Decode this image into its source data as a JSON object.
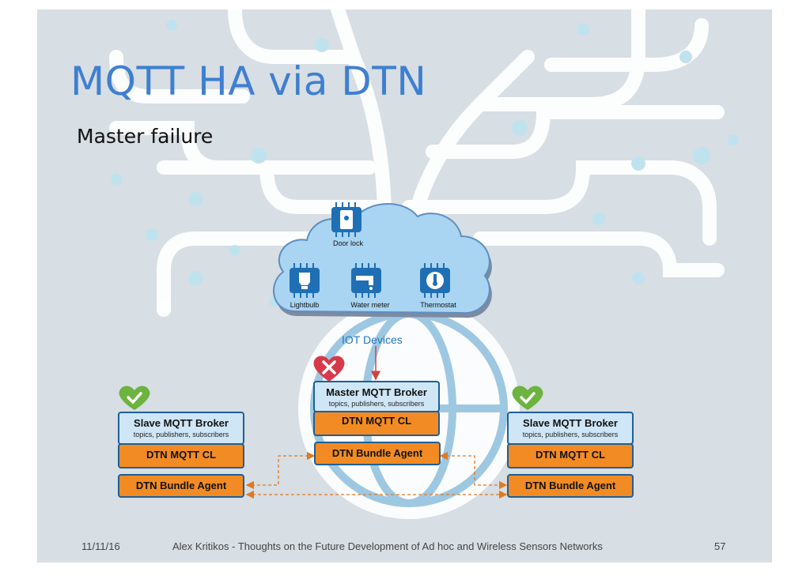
{
  "slide": {
    "title": "MQTT HA via DTN",
    "subtitle": "Master failure"
  },
  "cloud": {
    "label": "IOT Devices",
    "devices": [
      "Door lock",
      "Lightbulb",
      "Water meter",
      "Thermostat"
    ]
  },
  "master": {
    "broker_title": "Master MQTT Broker",
    "broker_sub": "topics, publishers, subscribers",
    "cl": "DTN MQTT CL",
    "agent": "DTN Bundle Agent",
    "status_icon": "heart-x-icon"
  },
  "slave_left": {
    "broker_title": "Slave MQTT Broker",
    "broker_sub": "topics, publishers, subscribers",
    "cl": "DTN MQTT CL",
    "agent": "DTN Bundle Agent",
    "status_icon": "heart-check-icon"
  },
  "slave_right": {
    "broker_title": "Slave MQTT Broker",
    "broker_sub": "topics, publishers, subscribers",
    "cl": "DTN MQTT CL",
    "agent": "DTN Bundle Agent",
    "status_icon": "heart-check-icon"
  },
  "footer": {
    "date": "11/11/16",
    "text": "Alex Kritikos - Thoughts on the Future Development of Ad hoc and Wireless Sensors Networks",
    "page": "57"
  },
  "colors": {
    "title": "#3f7fd0",
    "broker_fill": "#cfe6f7",
    "orange": "#f28b23",
    "border": "#1f5f96",
    "ok_green": "#6cb33f",
    "fail_red": "#d63a4a"
  }
}
